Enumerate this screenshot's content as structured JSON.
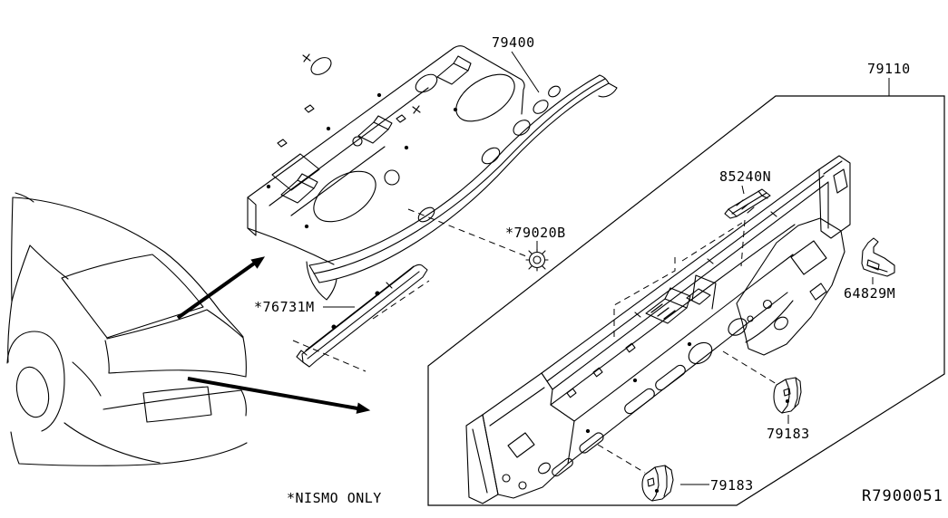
{
  "diagram": {
    "title_hint": "rear body panel parts diagram",
    "colors": {
      "line": "#000000",
      "background": "#ffffff"
    },
    "labels": {
      "shelf": "79400",
      "back_panel": "79110",
      "clip_85240": "85240N",
      "grommet_79020": "*79020B",
      "sill_76731": "*76731M",
      "bracket_64829": "64829M",
      "bracket_79183_upper": "79183",
      "bracket_79183_lower": "79183"
    },
    "footnote": "*NISMO ONLY",
    "reference_code": "R7900051"
  }
}
